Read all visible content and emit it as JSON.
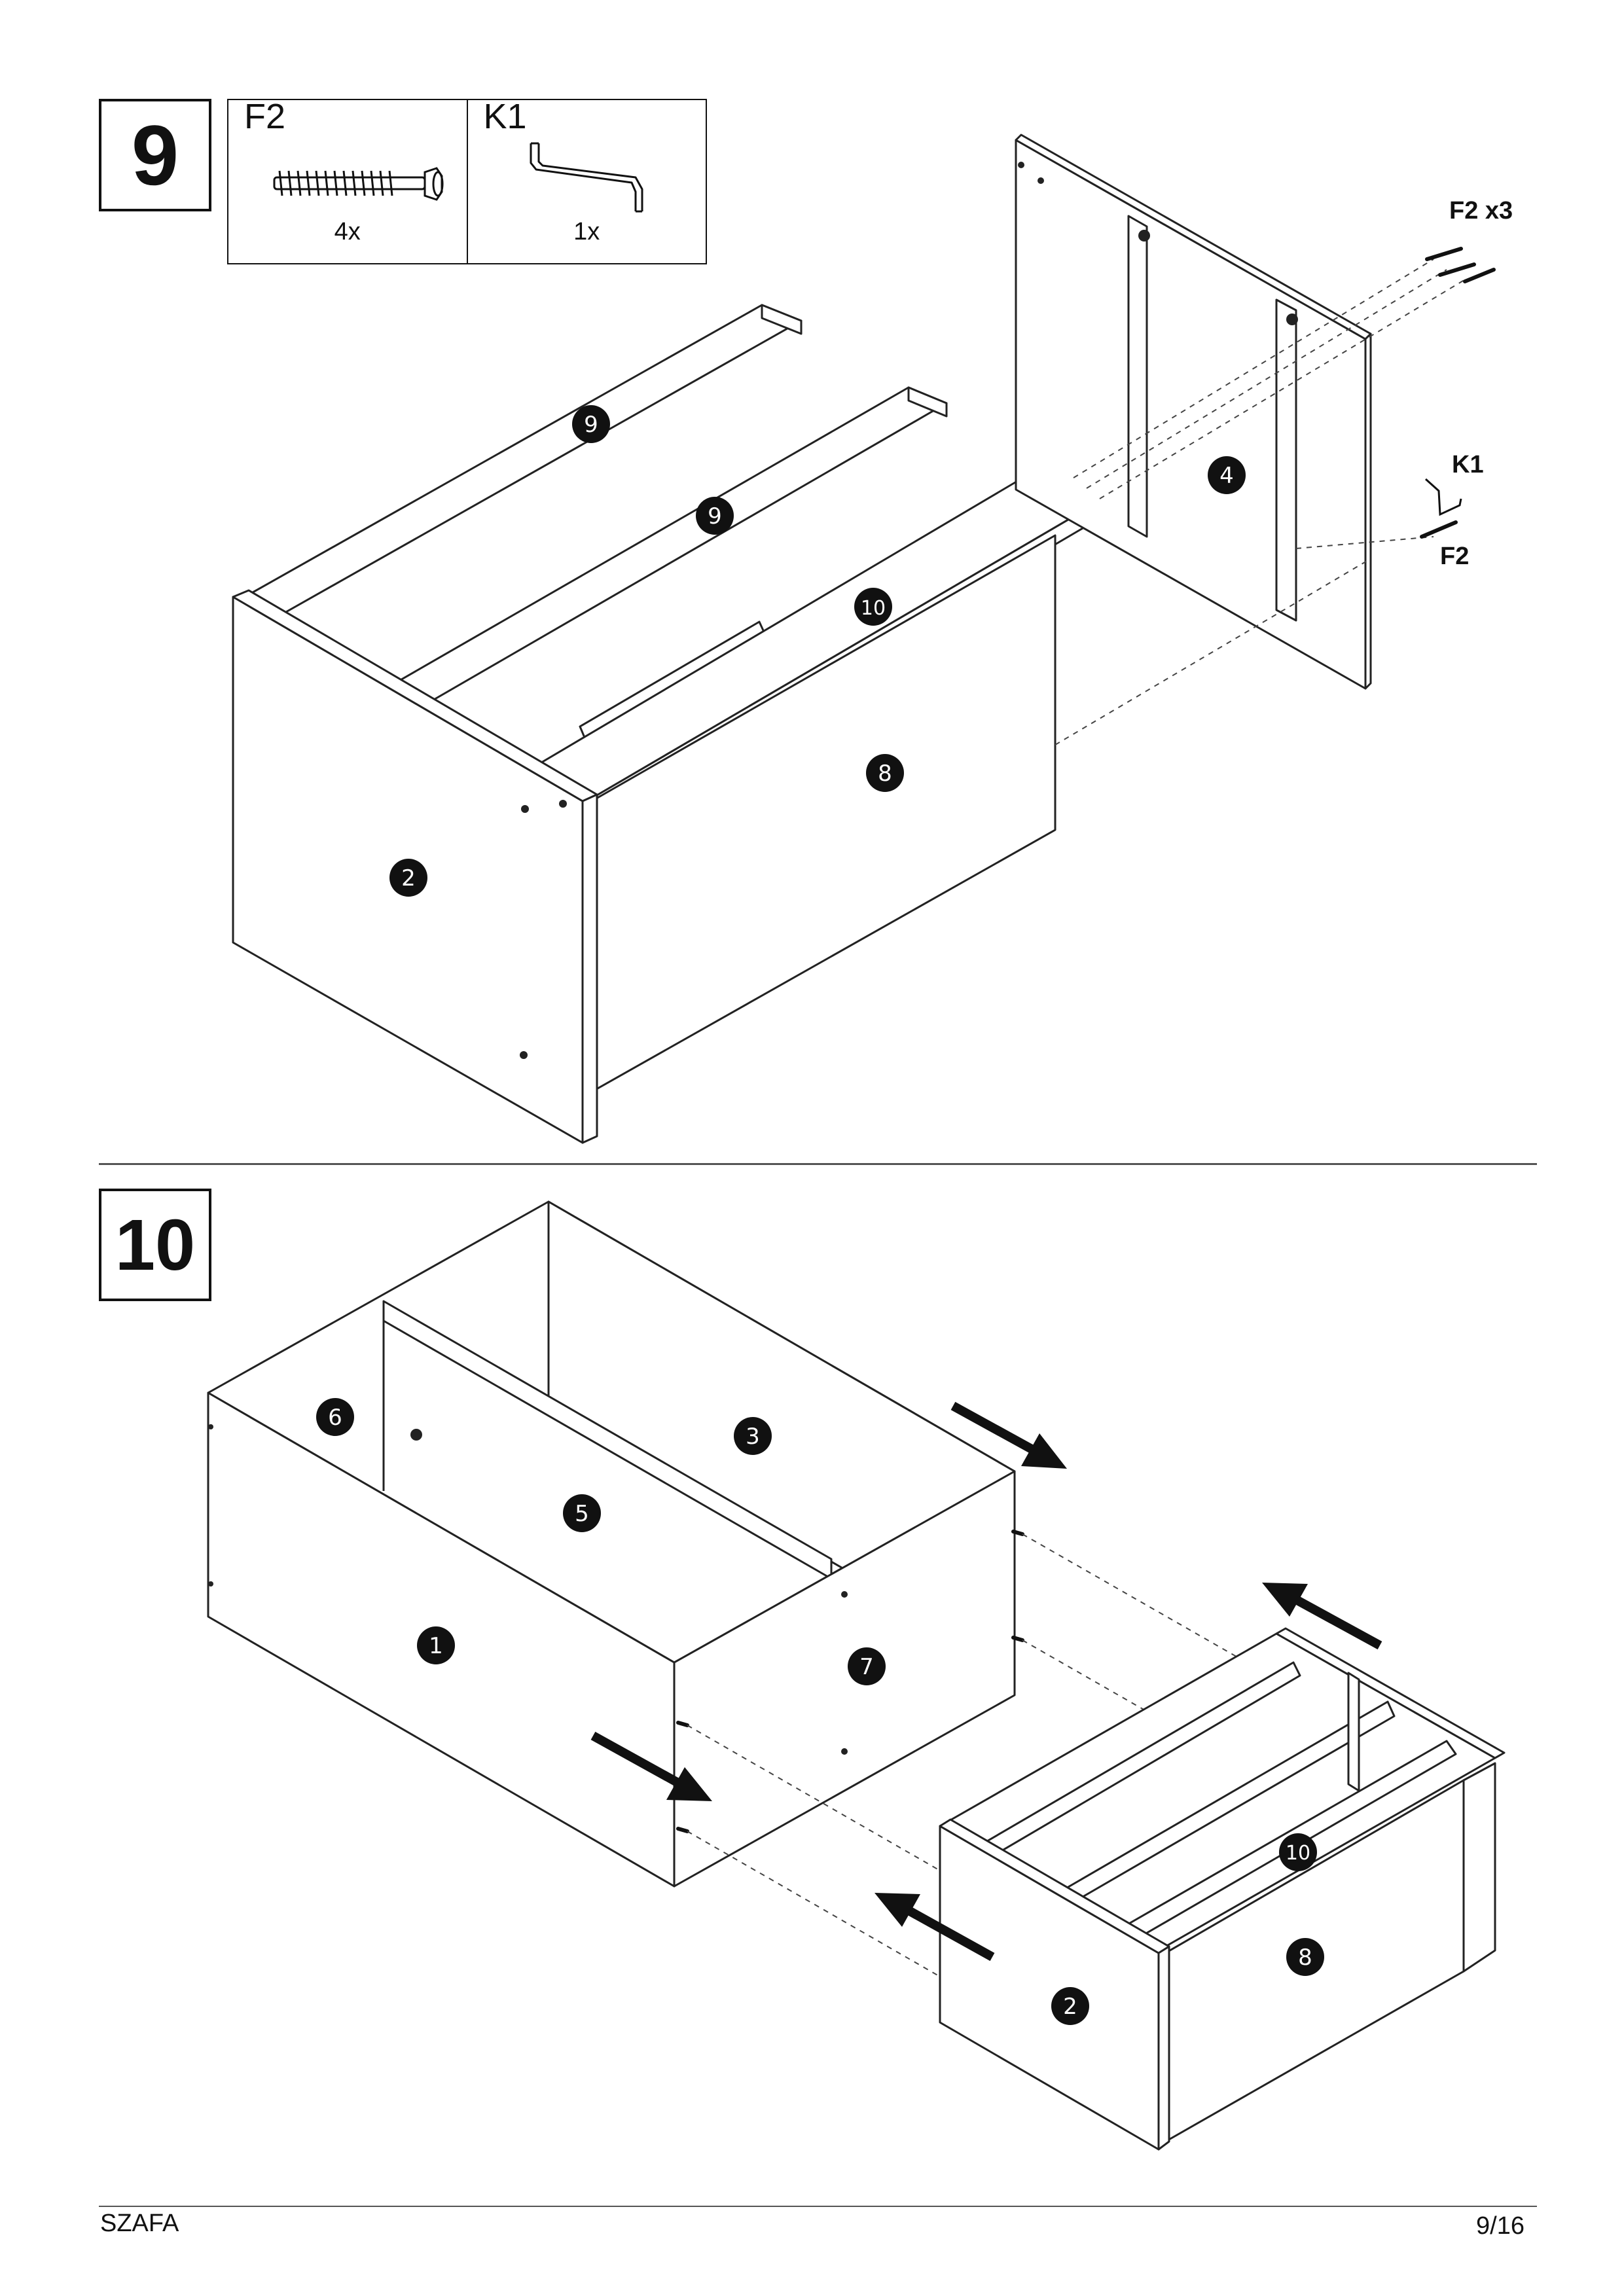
{
  "step9": {
    "number": "9",
    "parts": [
      {
        "code": "F2",
        "qty": "4x",
        "icon": "dowel-screw-icon"
      },
      {
        "code": "K1",
        "qty": "1x",
        "icon": "allen-key-icon"
      }
    ],
    "callouts": {
      "f2_x3": "F2 x3",
      "k1": "K1",
      "f2": "F2"
    },
    "panel_numbers": [
      "9",
      "9",
      "10",
      "4",
      "8",
      "2"
    ]
  },
  "step10": {
    "number": "10",
    "panel_numbers": [
      "6",
      "3",
      "5",
      "1",
      "7",
      "10",
      "8",
      "2"
    ]
  },
  "footer": {
    "left": "SZAFA",
    "right": "9/16"
  }
}
